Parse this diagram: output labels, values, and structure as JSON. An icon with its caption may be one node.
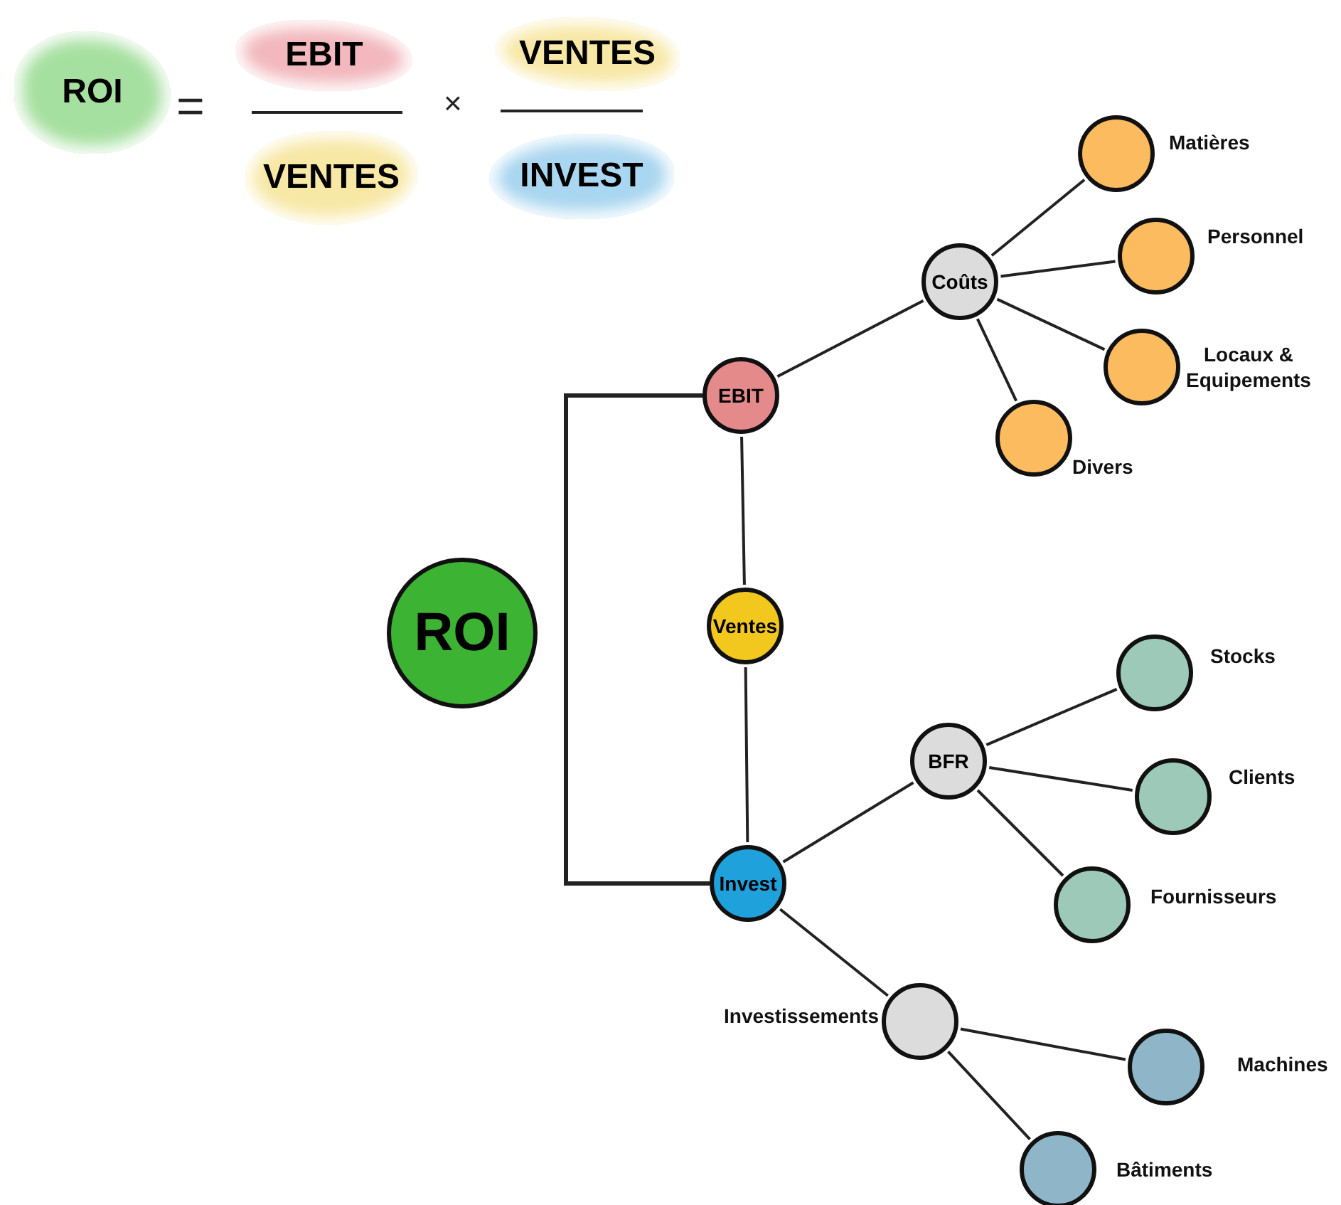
{
  "diagram": {
    "nodes": [
      {
        "text": [
          "ROI"
        ]
      },
      {
        "text": [
          "EBIT"
        ]
      },
      {
        "text": [
          "VENTES"
        ]
      },
      {
        "text": [
          "VENTES"
        ]
      },
      {
        "text": [
          "INVEST"
        ]
      },
      {
        "text": [
          "ROI"
        ]
      },
      {
        "text": [
          "EBIT"
        ]
      },
      {
        "text": [
          "Ventes"
        ]
      },
      {
        "text": [
          "Invest"
        ]
      },
      {
        "text": [
          "Coûts"
        ]
      },
      {
        "text": [
          "Matières"
        ]
      },
      {
        "text": [
          "Personnel"
        ]
      },
      {
        "text": [
          "Locaux & Equipements"
        ]
      },
      {
        "text": [
          "Divers"
        ]
      },
      {
        "text": [
          "BFR"
        ]
      },
      {
        "text": [
          "Stocks"
        ]
      },
      {
        "text": [
          "Clients"
        ]
      },
      {
        "text": [
          "Fournisseurs"
        ]
      },
      {
        "text": [
          "Investissements"
        ]
      },
      {
        "text": [
          "Machines"
        ]
      },
      {
        "text": [
          "Bâtiments"
        ]
      }
    ],
    "edges": [
      {
        "from": 6,
        "to": 9,
        "arrow": "none"
      },
      {
        "from": 6,
        "to": 7,
        "arrow": "none"
      },
      {
        "from": 7,
        "to": 8,
        "arrow": "none"
      },
      {
        "from": 9,
        "to": 10,
        "arrow": "none"
      },
      {
        "from": 9,
        "to": 11,
        "arrow": "none"
      },
      {
        "from": 9,
        "to": 12,
        "arrow": "none"
      },
      {
        "from": 9,
        "to": 13,
        "arrow": "none"
      },
      {
        "from": 8,
        "to": 14,
        "arrow": "none"
      },
      {
        "from": 14,
        "to": 15,
        "arrow": "none"
      },
      {
        "from": 14,
        "to": 16,
        "arrow": "none"
      },
      {
        "from": 14,
        "to": 17,
        "arrow": "none"
      },
      {
        "from": 8,
        "to": 18,
        "arrow": "none"
      },
      {
        "from": 18,
        "to": 19,
        "arrow": "none"
      },
      {
        "from": 18,
        "to": 20,
        "arrow": "none"
      },
      {
        "from": 6,
        "to": 8,
        "arrow": "none"
      }
    ],
    "labels": [
      "=",
      "×"
    ]
  }
}
